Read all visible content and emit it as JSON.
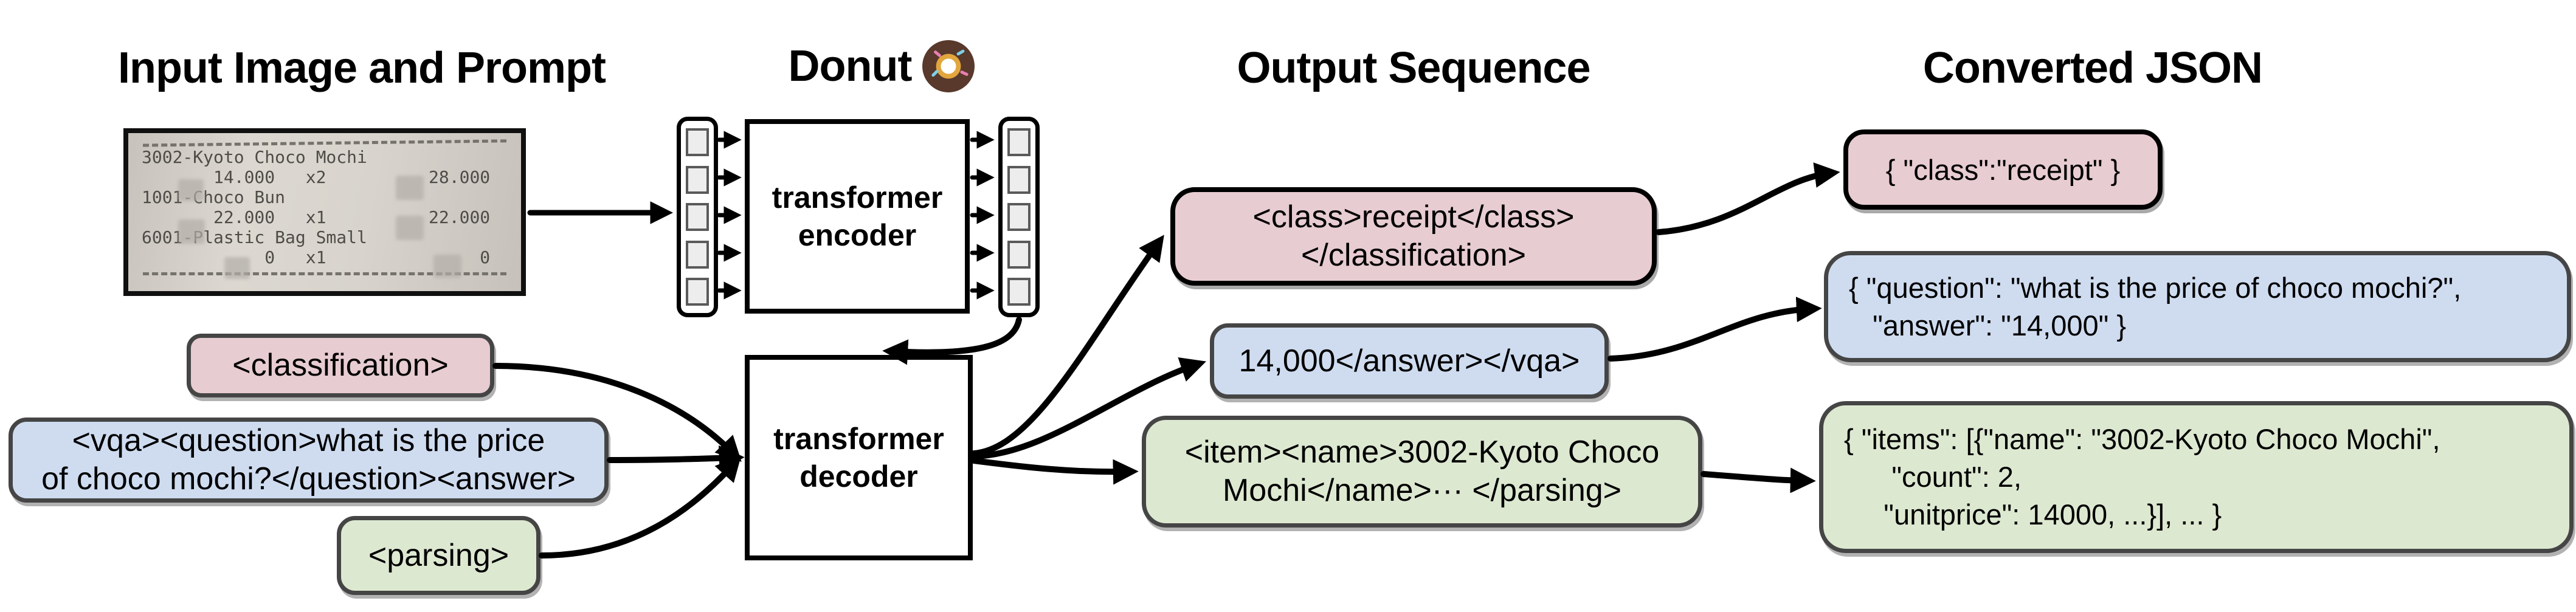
{
  "headings": {
    "col1": "Input Image and Prompt",
    "col2": "Donut",
    "col2_icon": "donut-emoji",
    "col3": "Output Sequence",
    "col4": "Converted JSON"
  },
  "receipt": {
    "text": "3002-Kyoto Choco Mochi\n       14.000   x2          28.000\n1001-Choco Bun\n       22.000   x1          22.000\n6001-Plastic Bag Small\n            0   x1               0"
  },
  "model": {
    "encoder_line1": "transformer",
    "encoder_line2": "encoder",
    "decoder_line1": "transformer",
    "decoder_line2": "decoder"
  },
  "prompts": {
    "classification": {
      "text": "<classification>"
    },
    "vqa": {
      "line1": "<vqa><question>what is the price",
      "line2": "of choco mochi?</question><answer>"
    },
    "parsing": {
      "text": "<parsing>"
    }
  },
  "outputs": {
    "classification": {
      "line1": "<class>receipt</class>",
      "line2": "</classification>"
    },
    "vqa": {
      "text": "14,000</answer></vqa>"
    },
    "parsing": {
      "line1": "<item><name>3002-Kyoto Choco",
      "line2": "Mochi</name>··· </parsing>"
    }
  },
  "json_outputs": {
    "classification": {
      "text": "{ \"class\":\"receipt\" }"
    },
    "vqa": {
      "line1": "{ \"question\": \"what is the price of choco mochi?\",",
      "line2": "   \"answer\": \"14,000\" }"
    },
    "parsing": {
      "line1": "{ \"items\": [{\"name\": \"3002-Kyoto Choco Mochi\",",
      "line2": "      \"count\": 2,",
      "line3": "     \"unitprice\": 14000, ...}], ... }"
    }
  },
  "colors": {
    "pink": "#e7ccd1",
    "blue": "#cfdcf0",
    "green": "#dde8d1",
    "border_gray": "#454545",
    "border_black": "#000000"
  }
}
